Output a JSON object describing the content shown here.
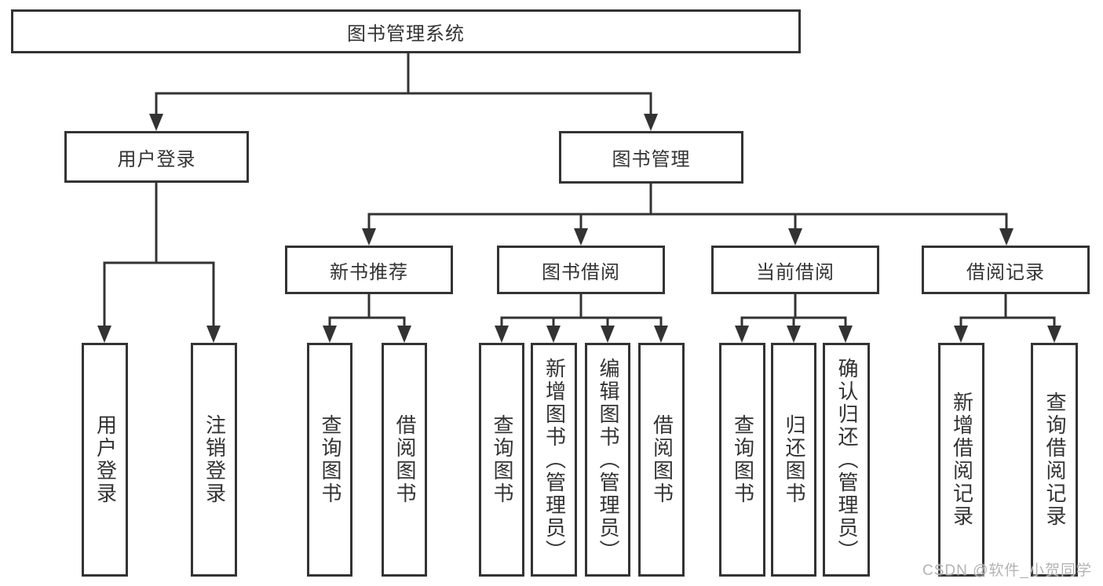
{
  "diagram": {
    "type": "feature-tree",
    "colors": {
      "line": "#333333",
      "text": "#333333",
      "watermark": "#b3b3b3",
      "background": "#ffffff"
    },
    "root": {
      "label": "图书管理系统"
    },
    "level2": [
      {
        "label": "用户登录"
      },
      {
        "label": "图书管理"
      }
    ],
    "level3": [
      {
        "label": "新书推荐",
        "parent": "图书管理"
      },
      {
        "label": "图书借阅",
        "parent": "图书管理"
      },
      {
        "label": "当前借阅",
        "parent": "图书管理"
      },
      {
        "label": "借阅记录",
        "parent": "图书管理"
      }
    ],
    "leaves": [
      {
        "label": "用户登录",
        "parent": "用户登录"
      },
      {
        "label": "注销登录",
        "parent": "用户登录"
      },
      {
        "label": "查询图书",
        "parent": "新书推荐"
      },
      {
        "label": "借阅图书",
        "parent": "新书推荐"
      },
      {
        "label": "查询图书",
        "parent": "图书借阅"
      },
      {
        "label": "新增图书（管理员）",
        "parent": "图书借阅"
      },
      {
        "label": "编辑图书（管理员）",
        "parent": "图书借阅"
      },
      {
        "label": "借阅图书",
        "parent": "图书借阅"
      },
      {
        "label": "查询图书",
        "parent": "当前借阅"
      },
      {
        "label": "归还图书",
        "parent": "当前借阅"
      },
      {
        "label": "确认归还（管理员）",
        "parent": "当前借阅"
      },
      {
        "label": "新增借阅记录",
        "parent": "借阅记录"
      },
      {
        "label": "查询借阅记录",
        "parent": "借阅记录"
      }
    ],
    "watermark": "CSDN @软件_小贺同学"
  }
}
